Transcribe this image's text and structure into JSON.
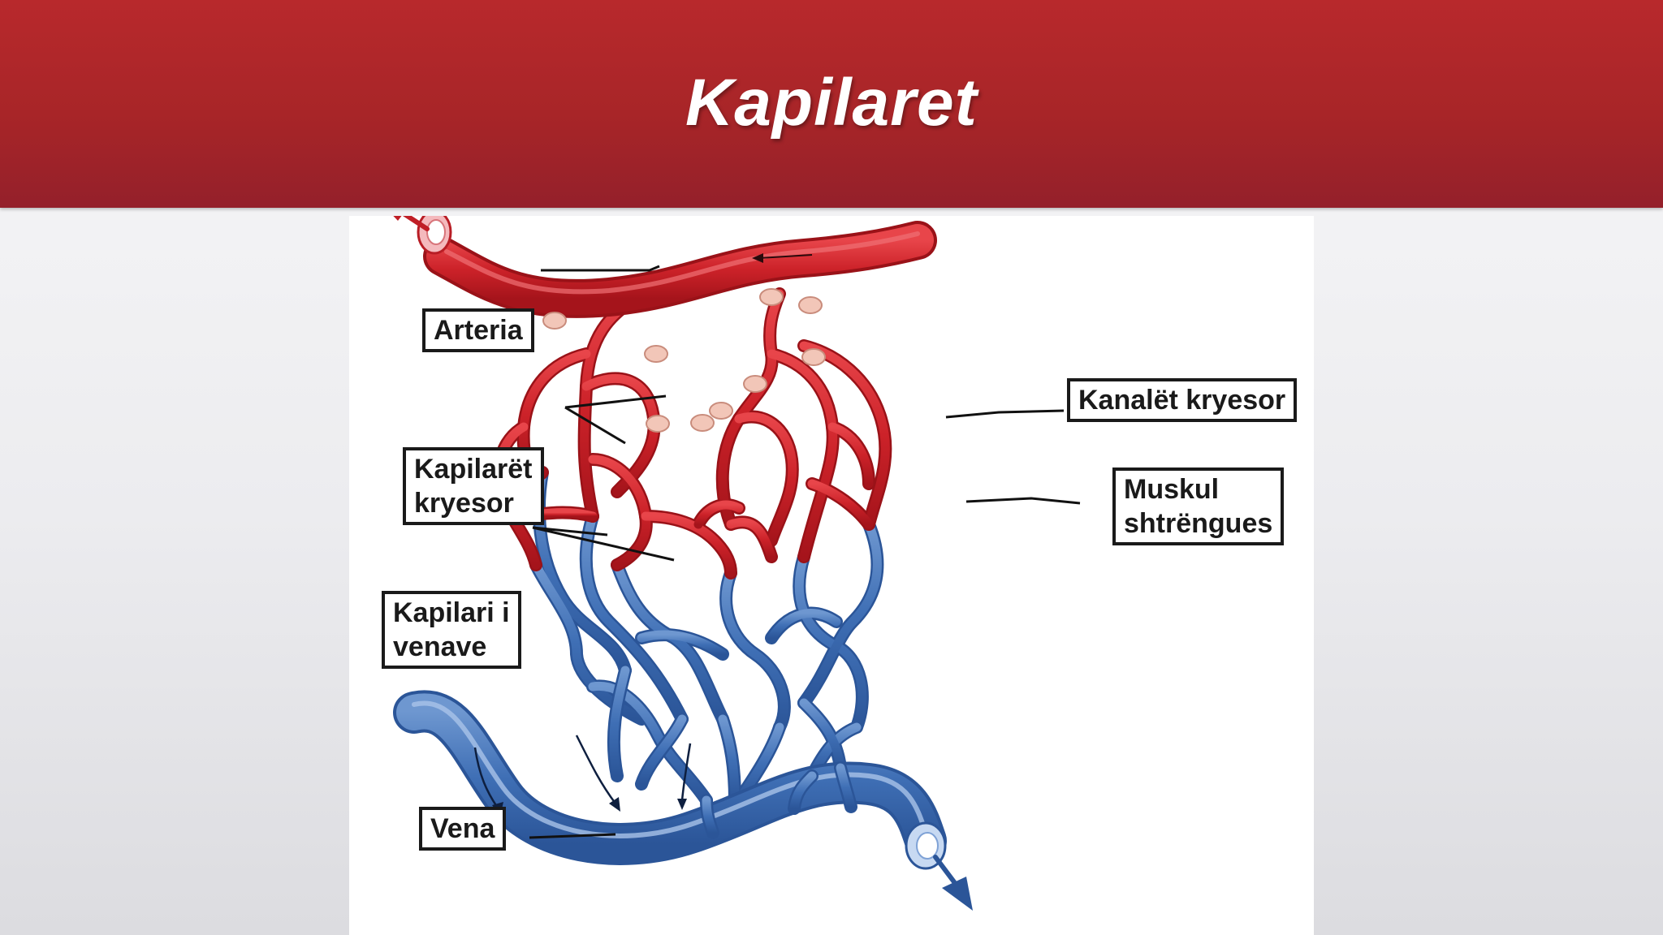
{
  "slide": {
    "title": "Kapilaret"
  },
  "diagram": {
    "labels": {
      "arteria": "Arteria",
      "kanalet": "Kanalët kryesor",
      "kapilaret_line1": "Kapilarët",
      "kapilaret_line2": "kryesor",
      "muskul_line1": "Muskul",
      "muskul_line2": "shtrëngues",
      "kapilari_line1": "Kapilari i",
      "kapilari_line2": "venave",
      "vena": "Vena"
    },
    "colors": {
      "artery": "#cc2229",
      "vein": "#3f6fb5",
      "sphincter": "#f2c6b8",
      "header": "#b02628"
    }
  }
}
